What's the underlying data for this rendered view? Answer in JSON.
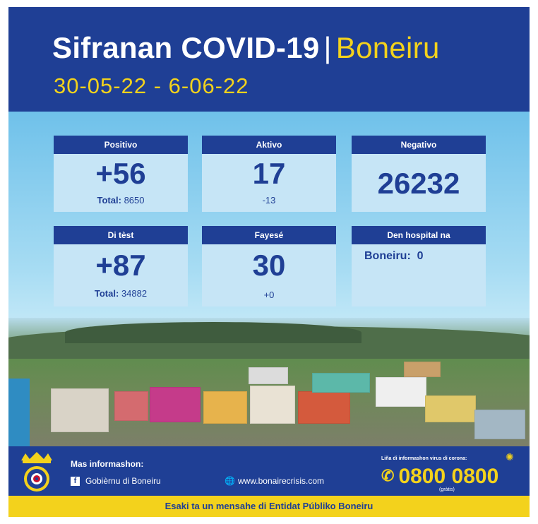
{
  "header": {
    "title": "Sifranan COVID-19",
    "separator": "|",
    "place": "Boneiru",
    "dates": "30-05-22  -  6-06-22"
  },
  "cards": {
    "positivo": {
      "label": "Positivo",
      "value": "+56",
      "total_label": "Total:",
      "total_value": "8650"
    },
    "aktivo": {
      "label": "Aktivo",
      "value": "17",
      "change": "-13"
    },
    "negativo": {
      "label": "Negativo",
      "value": "26232"
    },
    "ditest": {
      "label": "Di tèst",
      "value": "+87",
      "total_label": "Total:",
      "total_value": "34882"
    },
    "fayese": {
      "label": "Fayesé",
      "value": "30",
      "change": "+0"
    },
    "hospital": {
      "label": "Den hospital na",
      "place_label": "Boneiru:",
      "value": "0"
    }
  },
  "footer": {
    "more_info": "Mas informashon:",
    "facebook_icon": "facebook-icon",
    "facebook": "Gobièrnu di Boneiru",
    "globe_icon": "globe-icon",
    "website": "www.bonairecrisis.com",
    "hotline_label": "Liña di informashon virus di corona:",
    "phone_icon": "phone-icon",
    "phone": "0800 0800",
    "free": "(gràtis)",
    "band": "Esaki ta un mensahe di Entidat Públiko Boneiru"
  },
  "colors": {
    "brand_blue": "#1f3f95",
    "accent_yellow": "#f3d21c",
    "card_bg": "#c6e5f6"
  }
}
